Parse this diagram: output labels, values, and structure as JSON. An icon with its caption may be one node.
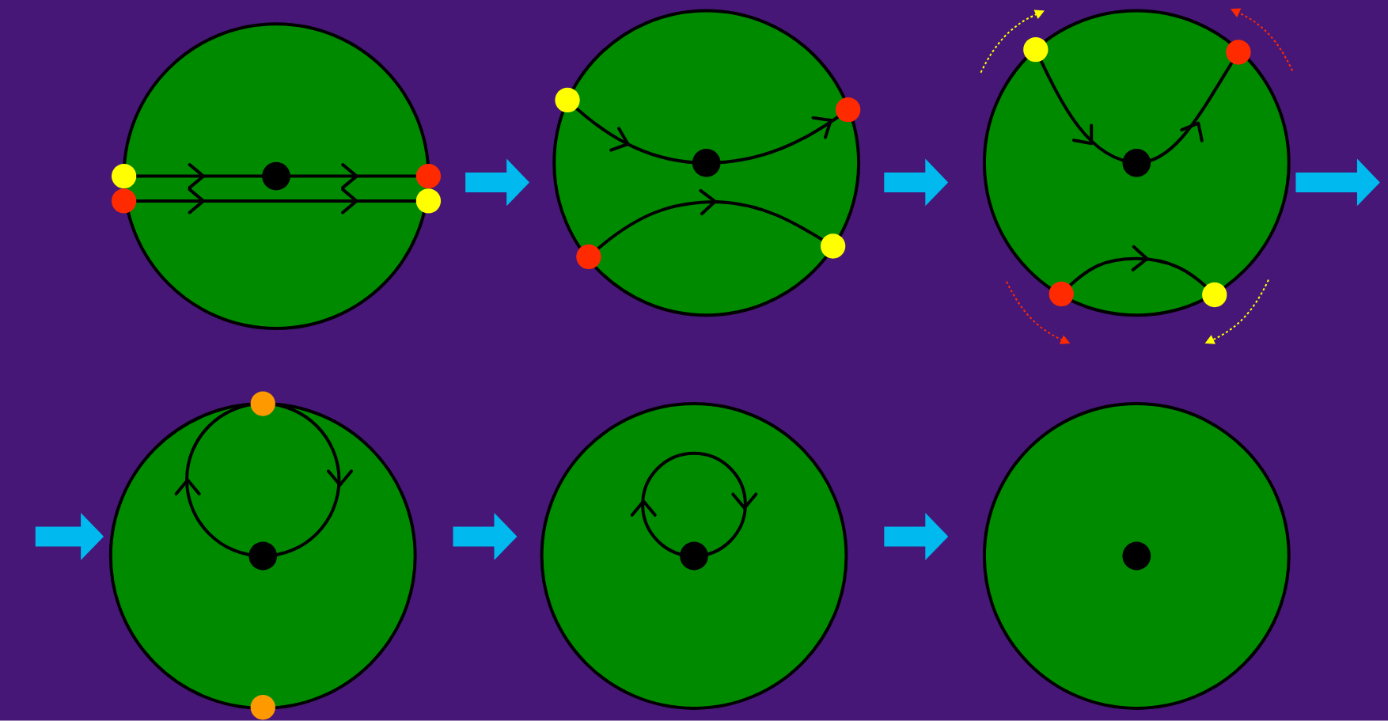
{
  "diagram": {
    "nodes": [
      {
        "text": [],
        "shape": "circle"
      },
      {
        "text": [],
        "shape": "circle"
      },
      {
        "text": [],
        "shape": "circle"
      },
      {
        "text": [],
        "shape": "circle"
      },
      {
        "text": [],
        "shape": "circle"
      },
      {
        "text": [],
        "shape": "circle"
      }
    ],
    "edges": [
      {
        "from": 0,
        "to": 1,
        "arrow": "to"
      },
      {
        "from": 1,
        "to": 2,
        "arrow": "to"
      },
      {
        "from": 2,
        "to": null,
        "arrow": "to"
      },
      {
        "from": null,
        "to": 3,
        "arrow": "to"
      },
      {
        "from": 3,
        "to": 4,
        "arrow": "to"
      },
      {
        "from": 4,
        "to": 5,
        "arrow": "to"
      }
    ]
  }
}
